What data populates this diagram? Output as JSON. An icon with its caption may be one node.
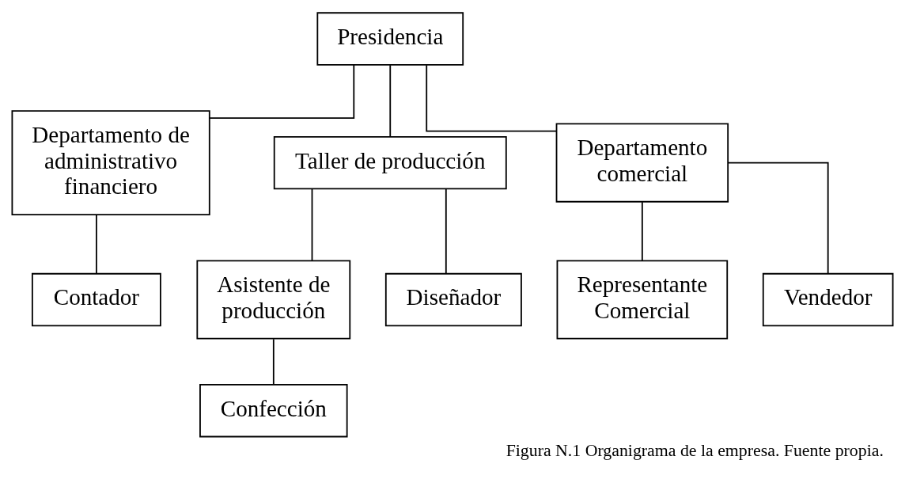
{
  "diagram": {
    "caption": "Figura N.1 Organigrama de la empresa. Fuente propia.",
    "nodes": [
      {
        "text": [
          "Presidencia"
        ]
      },
      {
        "text": [
          "Departamento de administrativo financiero"
        ]
      },
      {
        "text": [
          "Taller de producción"
        ]
      },
      {
        "text": [
          "Departamento comercial"
        ]
      },
      {
        "text": [
          "Contador"
        ]
      },
      {
        "text": [
          "Asistente de producción"
        ]
      },
      {
        "text": [
          "Diseñador"
        ]
      },
      {
        "text": [
          "Representante Comercial"
        ]
      },
      {
        "text": [
          "Vendedor"
        ]
      },
      {
        "text": [
          "Confección"
        ]
      }
    ],
    "edges": [
      {
        "from": 0,
        "to": 1,
        "arrow": "none"
      },
      {
        "from": 0,
        "to": 2,
        "arrow": "none"
      },
      {
        "from": 0,
        "to": 3,
        "arrow": "none"
      },
      {
        "from": 1,
        "to": 4,
        "arrow": "none"
      },
      {
        "from": 2,
        "to": 5,
        "arrow": "none"
      },
      {
        "from": 2,
        "to": 6,
        "arrow": "none"
      },
      {
        "from": 3,
        "to": 7,
        "arrow": "none"
      },
      {
        "from": 3,
        "to": 8,
        "arrow": "none"
      },
      {
        "from": 5,
        "to": 9,
        "arrow": "none"
      }
    ]
  }
}
